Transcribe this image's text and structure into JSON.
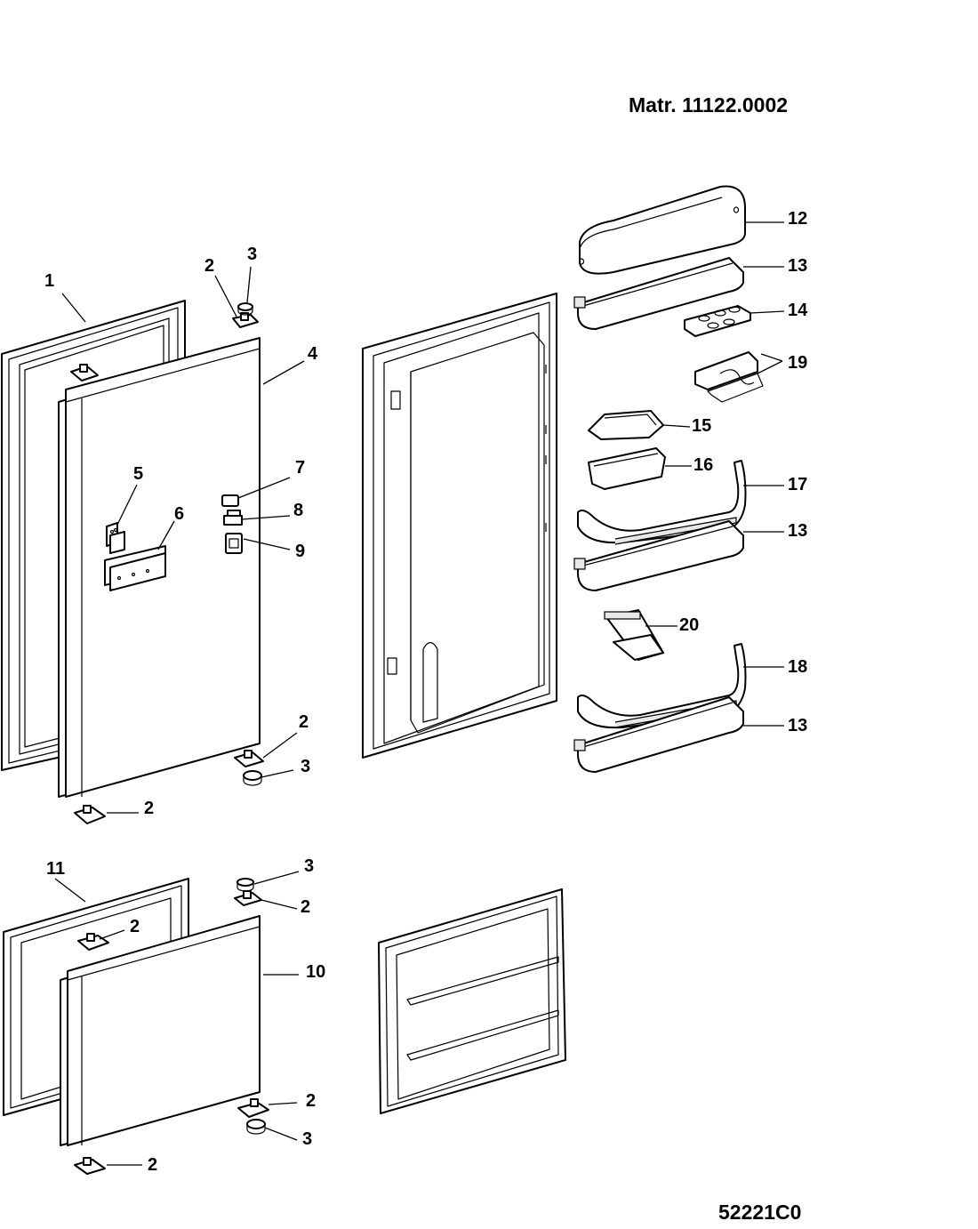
{
  "header": {
    "material_number": "Matr. 11122.0002"
  },
  "footer": {
    "drawing_code": "52221C0"
  },
  "callouts": {
    "c1": "1",
    "c2a": "2",
    "c3a": "3",
    "c4": "4",
    "c5": "5",
    "c6": "6",
    "c7": "7",
    "c8": "8",
    "c9": "9",
    "c2b": "2",
    "c3b": "3",
    "c2c": "2",
    "c11": "11",
    "c3c": "3",
    "c2d": "2",
    "c2e": "2",
    "c10": "10",
    "c2f": "2",
    "c3d": "3",
    "c2g": "2",
    "c12": "12",
    "c13a": "13",
    "c14": "14",
    "c19": "19",
    "c15": "15",
    "c16": "16",
    "c17": "17",
    "c13b": "13",
    "c20": "20",
    "c18": "18",
    "c13c": "13"
  }
}
